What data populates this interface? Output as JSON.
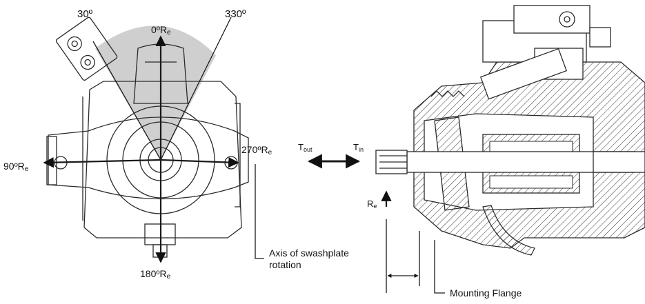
{
  "labels": {
    "angle_30": "30º",
    "angle_330": "330º",
    "angle_0": "0ºR",
    "angle_0_sub": "e",
    "angle_90": "90ºR",
    "angle_90_sub": "e",
    "angle_270": "270ºR",
    "angle_270_sub": "e",
    "angle_180": "180ºR",
    "angle_180_sub": "e",
    "t_out": "T",
    "t_out_sub": "out",
    "t_in": "T",
    "t_in_sub": "in",
    "r_e": "R",
    "r_e_sub": "e",
    "axis_line1": "Axis of swashplate",
    "axis_line2": "rotation",
    "mounting_flange": "Mounting Flange"
  }
}
